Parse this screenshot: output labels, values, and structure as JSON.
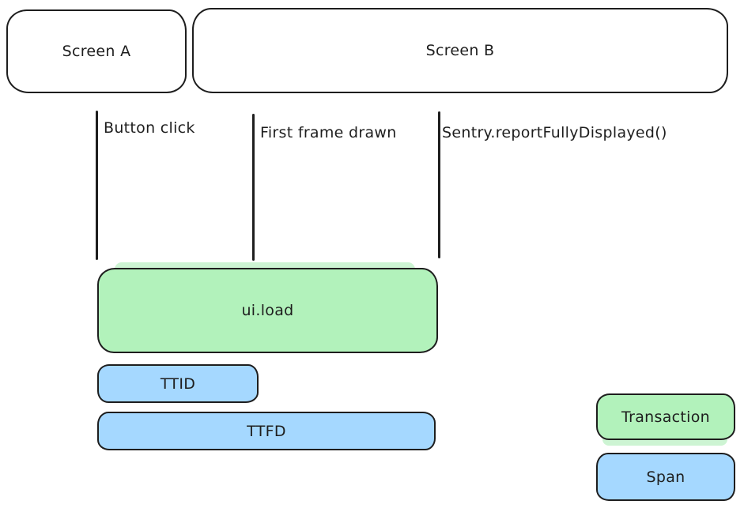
{
  "colors": {
    "transaction": "#b2f2bb",
    "span": "#a5d8ff",
    "stroke": "#1e1e1e",
    "text": "#1e1e1e",
    "background": "#ffffff",
    "spill": "#cdf4d3"
  },
  "screens": [
    {
      "label": "Screen A"
    },
    {
      "label": "Screen B"
    }
  ],
  "events": [
    {
      "label": "Button click"
    },
    {
      "label": "First frame drawn"
    },
    {
      "label": "Sentry.reportFullyDisplayed()"
    }
  ],
  "bars": [
    {
      "label": "ui.load",
      "kind": "transaction"
    },
    {
      "label": "TTID",
      "kind": "span"
    },
    {
      "label": "TTFD",
      "kind": "span"
    }
  ],
  "legend": [
    {
      "label": "Transaction",
      "kind": "transaction"
    },
    {
      "label": "Span",
      "kind": "span"
    }
  ]
}
